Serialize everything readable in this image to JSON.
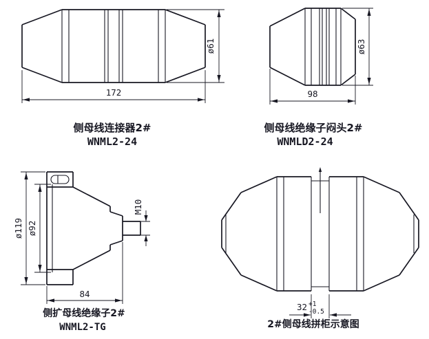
{
  "drawings": {
    "connector": {
      "name": "侧母线连接器2#",
      "code": "WNML2-24",
      "dim_length": "172",
      "dim_diameter": "ø61"
    },
    "blanking_head": {
      "name": "侧母线绝缘子闷头2#",
      "code": "WNMLD2-24",
      "dim_length": "98",
      "dim_diameter": "ø63"
    },
    "expansion_insulator": {
      "name": "侧扩母线绝缘子2#",
      "code": "WNML2-TG",
      "dim_outer_diameter": "ø119",
      "dim_bore_diameter": "ø92",
      "dim_thread": "M10",
      "dim_length": "84"
    },
    "assembly": {
      "name": "2#侧母线拼柜示意图",
      "dim_gap": "32",
      "dim_gap_tolerance_upper": "+1",
      "dim_gap_tolerance_lower": "-0.5"
    }
  }
}
